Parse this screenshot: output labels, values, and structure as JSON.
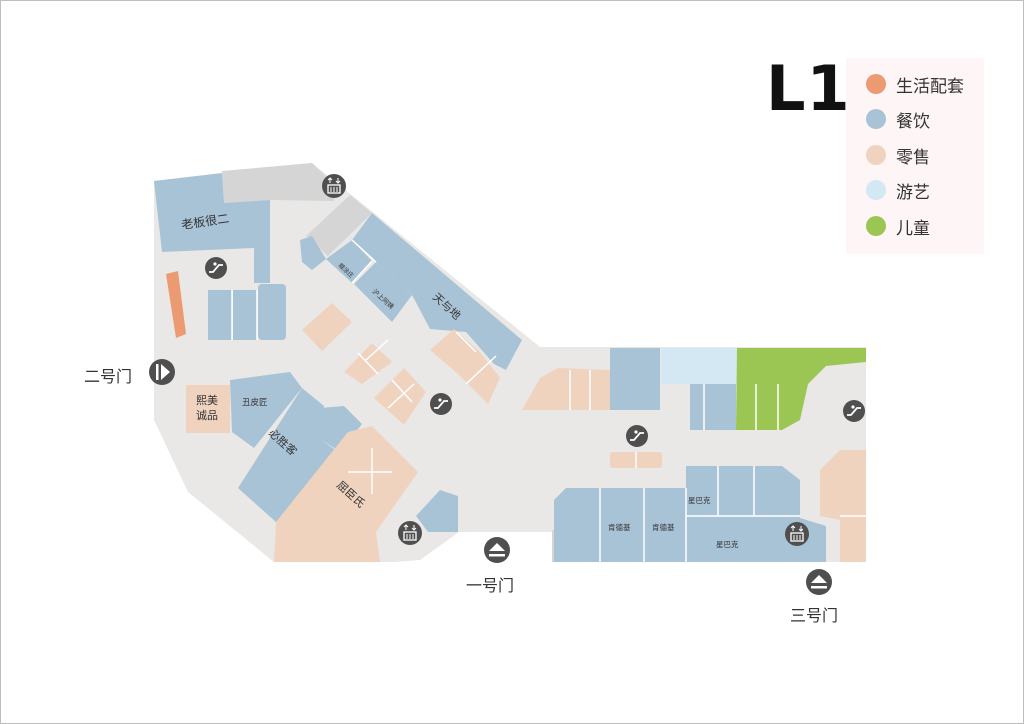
{
  "floor": "L1",
  "colors": {
    "life": "#ec9a72",
    "food": "#a9c3d6",
    "retail": "#f0d3bf",
    "fun": "#d3e8f2",
    "kids": "#9cc654",
    "corridor": "#e9e8e7",
    "service": "#d5d5d5",
    "icon": "#4f4f4f"
  },
  "legend": [
    {
      "label": "生活配套",
      "color": "#ec9a72"
    },
    {
      "label": "餐饮",
      "color": "#a9c3d6"
    },
    {
      "label": "零售",
      "color": "#f0d3bf"
    },
    {
      "label": "游艺",
      "color": "#d3e8f2"
    },
    {
      "label": "儿童",
      "color": "#9cc654"
    }
  ],
  "shops": {
    "laoban": "老板很二",
    "tianyudi": "天与地",
    "small1": "糊涂庄",
    "small2": "沪上阿姨",
    "ximei_line1": "熙美",
    "ximei_line2": "诚品",
    "choupijiang": "丑皮匠",
    "bishengke": "必胜客",
    "qujuchen": "屈臣氏",
    "kfc1": "肯德基",
    "kfc2": "肯德基",
    "starbucks1": "星巴克",
    "starbucks2": "星巴克"
  },
  "gates": {
    "gate1": "一号门",
    "gate2": "二号门",
    "gate3": "三号门"
  },
  "icons": {
    "elevator": "elevator-icon",
    "escalator": "escalator-icon",
    "entrance": "entrance-arrow-icon"
  }
}
